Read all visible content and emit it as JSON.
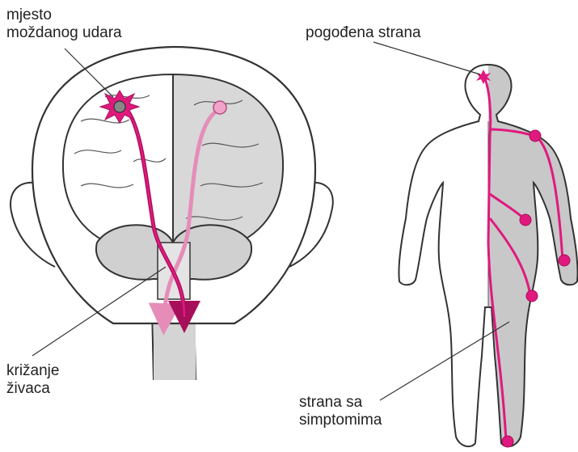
{
  "labels": {
    "stroke_site": [
      "mjesto",
      "moždanog udara"
    ],
    "nerve_crossing": [
      "križanje",
      "živaca"
    ],
    "affected_side": "pogođena strana",
    "symptom_side": [
      "strana sa",
      "simptomima"
    ]
  },
  "colors": {
    "nerve_pathway": "#e0197e",
    "nerve_pathway_light": "#f2a3c9",
    "affected_tissue": "#c8c8c8",
    "outline": "#333333"
  },
  "icons": {
    "stroke": "stroke-burst-icon"
  }
}
